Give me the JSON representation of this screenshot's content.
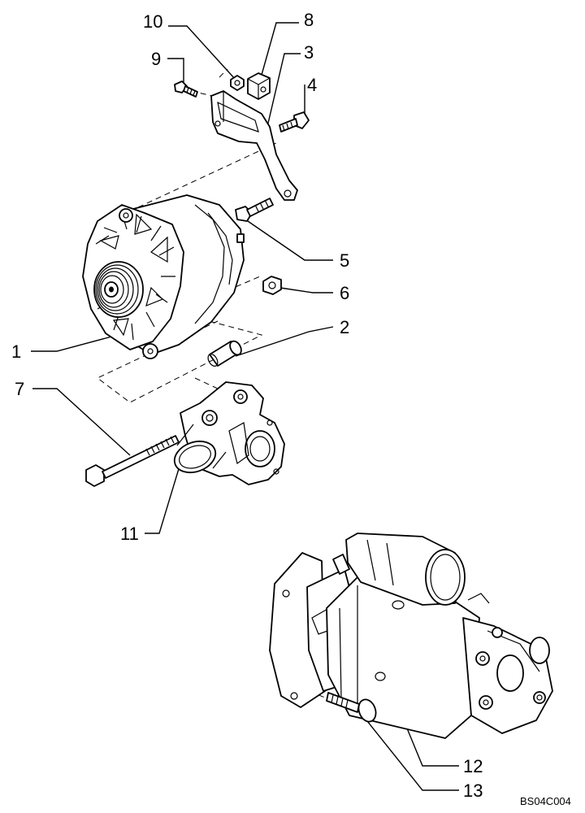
{
  "diagram": {
    "callouts": [
      "1",
      "2",
      "3",
      "4",
      "5",
      "6",
      "7",
      "8",
      "9",
      "10",
      "11",
      "12",
      "13"
    ],
    "drawing_code": "BS04C004"
  }
}
